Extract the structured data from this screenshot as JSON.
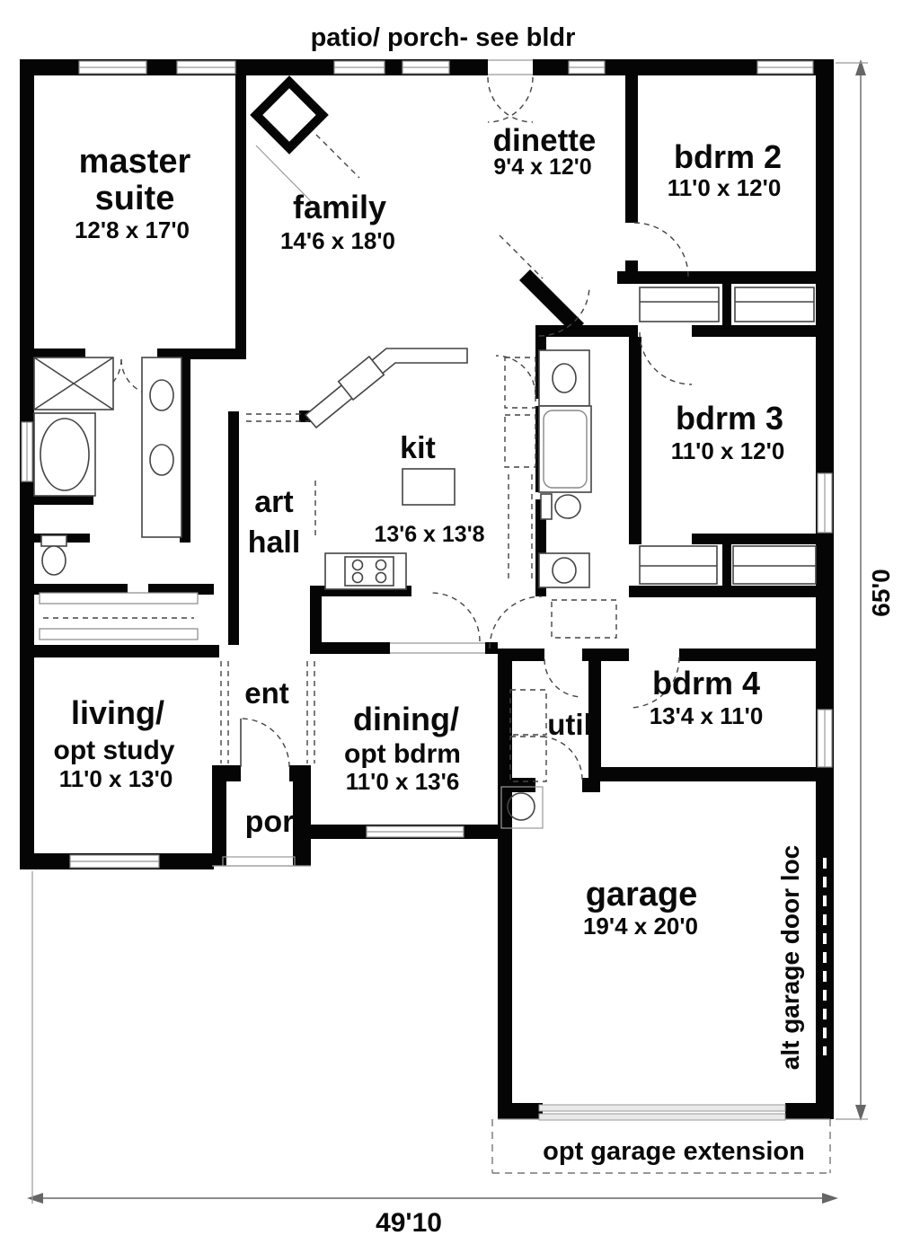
{
  "annotations": {
    "patio": "patio/ porch- see bldr",
    "opt_garage_extension": "opt garage extension",
    "alt_garage_door": "alt garage door loc",
    "dim_width": "49'10",
    "dim_height": "65'0"
  },
  "rooms": {
    "master_suite": {
      "line1": "master",
      "line2": "suite",
      "dims": "12'8 x 17'0"
    },
    "family": {
      "name": "family",
      "dims": "14'6 x 18'0"
    },
    "dinette": {
      "name": "dinette",
      "dims": "9'4 x 12'0"
    },
    "bdrm2": {
      "name": "bdrm 2",
      "dims": "11'0 x 12'0"
    },
    "bdrm3": {
      "name": "bdrm 3",
      "dims": "11'0 x 12'0"
    },
    "kitchen": {
      "name": "kit",
      "dims": "13'6 x 13'8"
    },
    "art_hall": {
      "line1": "art",
      "line2": "hall"
    },
    "living": {
      "line1": "living/",
      "line2": "opt study",
      "dims": "11'0 x 13'0"
    },
    "entry": {
      "name": "ent"
    },
    "porch": {
      "name": "por"
    },
    "dining": {
      "line1": "dining/",
      "line2": "opt bdrm",
      "dims": "11'0 x 13'6"
    },
    "utility": {
      "name": "util"
    },
    "bdrm4": {
      "name": "bdrm 4",
      "dims": "13'4 x 11'0"
    },
    "garage": {
      "name": "garage",
      "dims": "19'4 x 20'0"
    }
  },
  "colors": {
    "wall": "#050505",
    "line": "#666666",
    "background": "#ffffff"
  }
}
